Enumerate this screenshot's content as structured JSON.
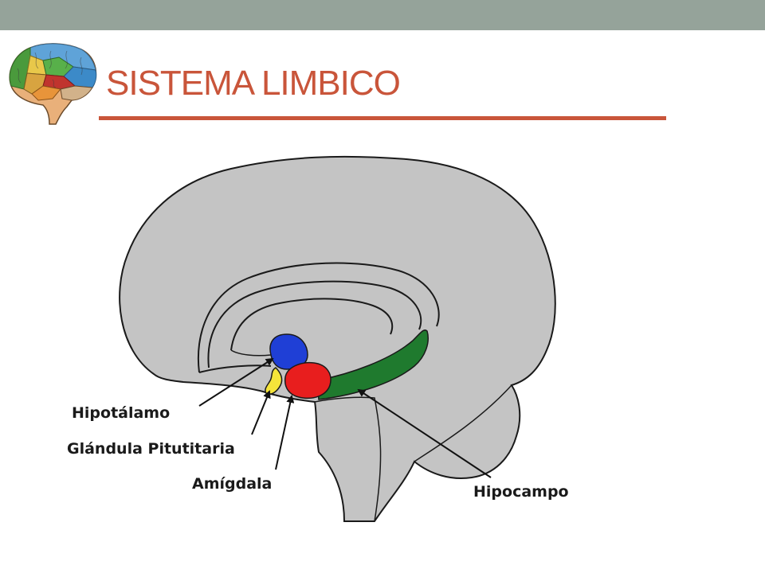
{
  "slide": {
    "title": "SISTEMA LIMBICO"
  },
  "logo": {
    "icon": "colored-brain-icon"
  },
  "diagram": {
    "labels": {
      "hypothalamus": "Hipotálamo",
      "pituitary": "Glándula Pitutitaria",
      "amygdala": "Amígdala",
      "hippocampus": "Hipocampo"
    },
    "colors": {
      "brain": "#c4c4c4",
      "hypothalamus": "#1f3fd6",
      "pituitary": "#f5e43a",
      "amygdala": "#e81e1e",
      "hippocampus": "#1f7a2e",
      "accent": "#c9553a"
    }
  }
}
